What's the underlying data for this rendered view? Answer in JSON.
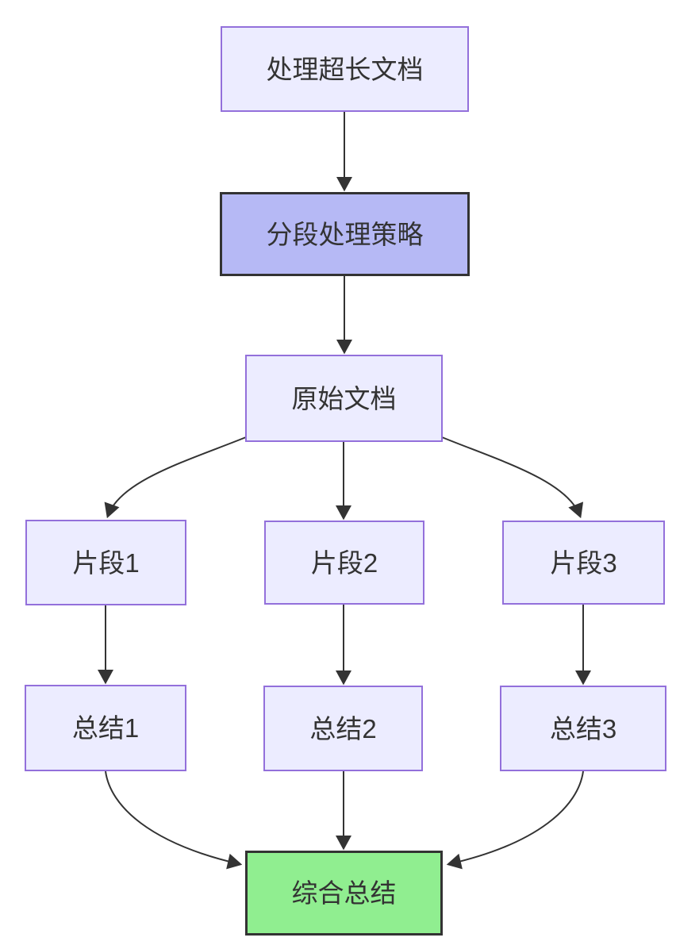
{
  "diagram": {
    "type": "flowchart",
    "direction": "top-down",
    "background": "#ffffff",
    "nodes": [
      {
        "id": "start",
        "label": "处理超长文档",
        "kind": "default"
      },
      {
        "id": "strategy",
        "label": "分段处理策略",
        "kind": "emphasis"
      },
      {
        "id": "source-doc",
        "label": "原始文档",
        "kind": "default"
      },
      {
        "id": "chunk-1",
        "label": "片段1",
        "kind": "default"
      },
      {
        "id": "chunk-2",
        "label": "片段2",
        "kind": "default"
      },
      {
        "id": "chunk-3",
        "label": "片段3",
        "kind": "default"
      },
      {
        "id": "summary-1",
        "label": "总结1",
        "kind": "default"
      },
      {
        "id": "summary-2",
        "label": "总结2",
        "kind": "default"
      },
      {
        "id": "summary-3",
        "label": "总结3",
        "kind": "default"
      },
      {
        "id": "final-summary",
        "label": "综合总结",
        "kind": "result"
      }
    ],
    "edges": [
      {
        "from": "处理超长文档",
        "to": "分段处理策略"
      },
      {
        "from": "分段处理策略",
        "to": "原始文档"
      },
      {
        "from": "原始文档",
        "to": "片段1"
      },
      {
        "from": "原始文档",
        "to": "片段2"
      },
      {
        "from": "原始文档",
        "to": "片段3"
      },
      {
        "from": "片段1",
        "to": "总结1"
      },
      {
        "from": "片段2",
        "to": "总结2"
      },
      {
        "from": "片段3",
        "to": "总结3"
      },
      {
        "from": "总结1",
        "to": "综合总结"
      },
      {
        "from": "总结2",
        "to": "综合总结"
      },
      {
        "from": "总结3",
        "to": "综合总结"
      }
    ],
    "colors": {
      "node_fill": "#ECECFF",
      "node_border": "#9370DB",
      "emphasis_fill": "#B6B9F5",
      "emphasis_border": "#333333",
      "result_fill": "#90EE90",
      "result_border": "#333333",
      "edge": "#333333",
      "text": "#333333"
    }
  }
}
